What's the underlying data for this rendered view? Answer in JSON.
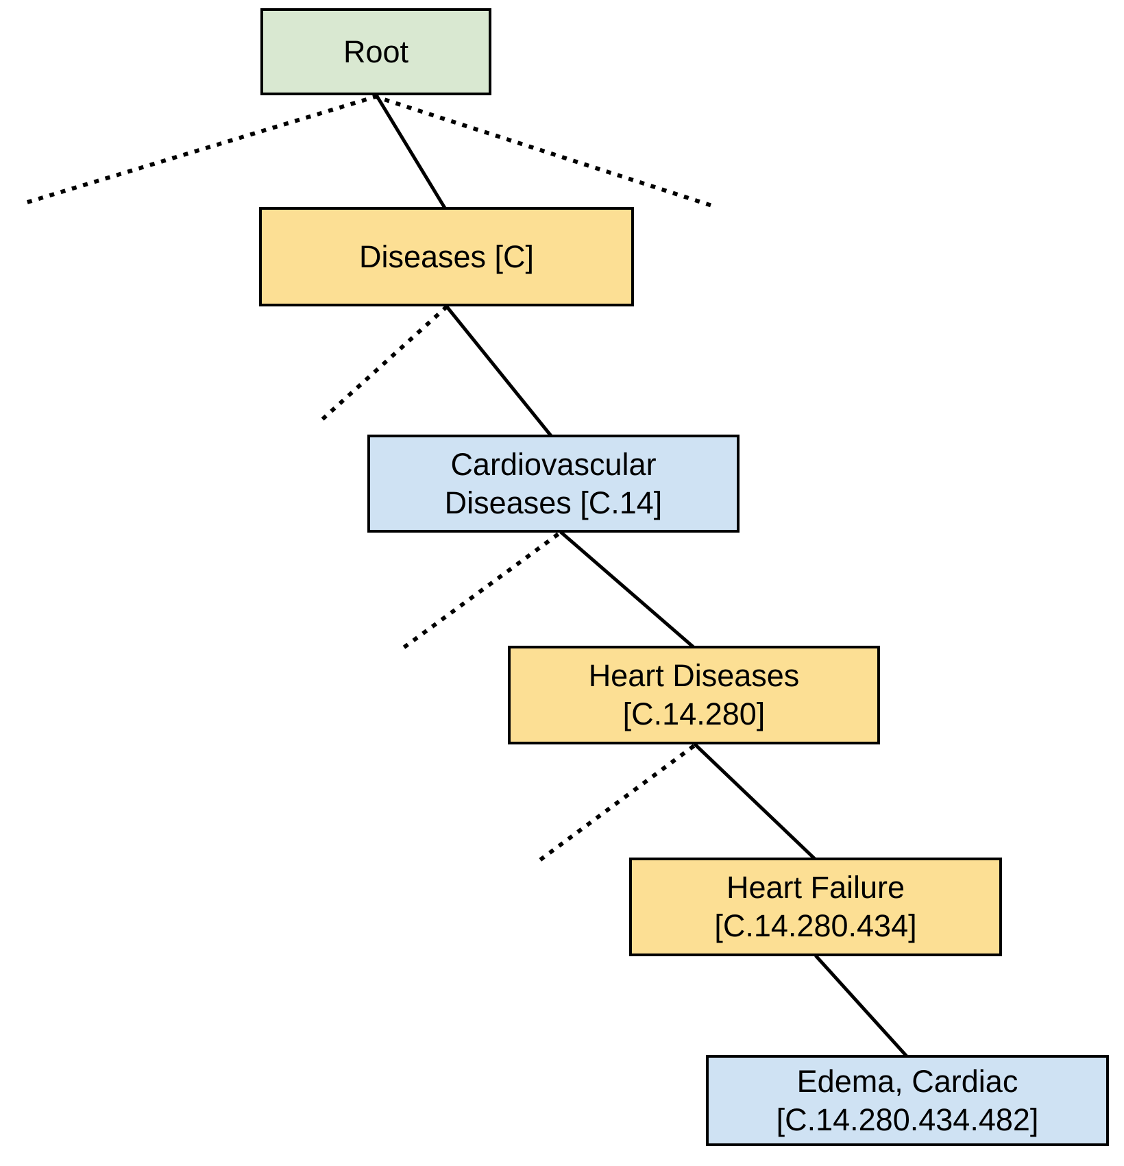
{
  "diagram": {
    "type": "tree-hierarchy",
    "nodes": [
      {
        "id": "root",
        "line1": "Root",
        "line2": "",
        "fill": "#d9e8d1",
        "category_color_name": "green"
      },
      {
        "id": "diseases",
        "line1": "Diseases [C]",
        "line2": "",
        "fill": "#fcdf94",
        "category_color_name": "yellow"
      },
      {
        "id": "cardiovascular",
        "line1": "Cardiovascular",
        "line2": "Diseases [C.14]",
        "fill": "#cfe2f3",
        "category_color_name": "blue"
      },
      {
        "id": "heart-diseases",
        "line1": "Heart Diseases",
        "line2": "[C.14.280]",
        "fill": "#fcdf94",
        "category_color_name": "yellow"
      },
      {
        "id": "heart-failure",
        "line1": "Heart Failure",
        "line2": "[C.14.280.434]",
        "fill": "#fcdf94",
        "category_color_name": "yellow"
      },
      {
        "id": "edema-cardiac",
        "line1": "Edema, Cardiac",
        "line2": "[C.14.280.434.482]",
        "fill": "#cfe2f3",
        "category_color_name": "blue"
      }
    ],
    "edges": [
      {
        "from": "root",
        "to": "diseases",
        "style": "solid"
      },
      {
        "from": "diseases",
        "to": "cardiovascular",
        "style": "solid"
      },
      {
        "from": "cardiovascular",
        "to": "heart-diseases",
        "style": "solid"
      },
      {
        "from": "heart-diseases",
        "to": "heart-failure",
        "style": "solid"
      },
      {
        "from": "heart-failure",
        "to": "edema-cardiac",
        "style": "solid"
      },
      {
        "from": "root",
        "to": "elided-siblings-left",
        "style": "dotted"
      },
      {
        "from": "root",
        "to": "elided-siblings-right",
        "style": "dotted"
      },
      {
        "from": "diseases",
        "to": "elided-siblings",
        "style": "dotted"
      },
      {
        "from": "cardiovascular",
        "to": "elided-siblings",
        "style": "dotted"
      },
      {
        "from": "heart-diseases",
        "to": "elided-siblings",
        "style": "dotted"
      }
    ],
    "edge_color": "#000000",
    "border_color": "#000000",
    "background_color": "#ffffff"
  }
}
